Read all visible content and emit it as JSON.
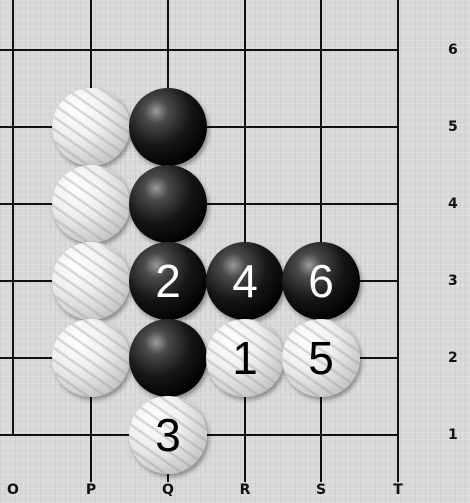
{
  "board": {
    "columns": [
      "O",
      "P",
      "Q",
      "R",
      "S",
      "T"
    ],
    "rows": [
      "6",
      "5",
      "4",
      "3",
      "2",
      "1"
    ],
    "stones": [
      {
        "color": "white",
        "point": "P5",
        "label": ""
      },
      {
        "color": "black",
        "point": "Q5",
        "label": ""
      },
      {
        "color": "white",
        "point": "P4",
        "label": ""
      },
      {
        "color": "black",
        "point": "Q4",
        "label": ""
      },
      {
        "color": "white",
        "point": "P3",
        "label": ""
      },
      {
        "color": "black",
        "point": "Q3",
        "label": "2"
      },
      {
        "color": "black",
        "point": "R3",
        "label": "4"
      },
      {
        "color": "black",
        "point": "S3",
        "label": "6"
      },
      {
        "color": "white",
        "point": "P2",
        "label": ""
      },
      {
        "color": "black",
        "point": "Q2",
        "label": ""
      },
      {
        "color": "white",
        "point": "R2",
        "label": "1"
      },
      {
        "color": "white",
        "point": "S2",
        "label": "5"
      },
      {
        "color": "white",
        "point": "Q1",
        "label": "3"
      }
    ]
  }
}
